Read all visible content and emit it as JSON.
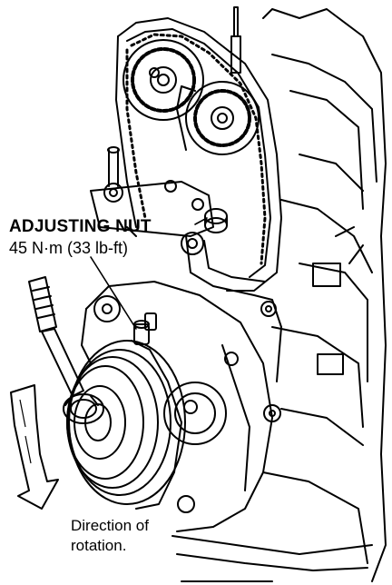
{
  "labels": {
    "adjusting_nut": "ADJUSTING NUT",
    "torque": "45 N·m (33 lb-ft)",
    "direction_line1": "Direction of",
    "direction_line2": "rotation."
  },
  "colors": {
    "ink": "#000000",
    "paper": "#ffffff"
  },
  "icons": {
    "rotation_arrow": "curved-down-arrow-icon"
  }
}
